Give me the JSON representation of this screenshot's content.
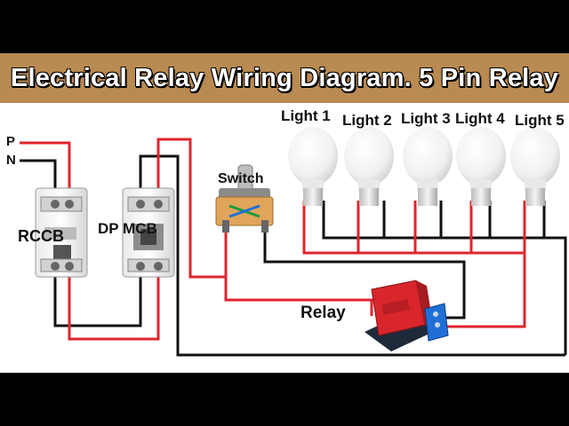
{
  "title": "Electrical Relay Wiring Diagram. 5 Pin Relay",
  "labels": {
    "phase": "P",
    "neutral": "N",
    "rccb": "RCCB",
    "mcb": "DP MCB",
    "switch": "Switch",
    "relay": "Relay"
  },
  "lights": [
    "Light 1",
    "Light 2",
    "Light 3",
    "Light 4",
    "Light 5"
  ],
  "colors": {
    "banner": "#b98a52",
    "phase_wire": "#e0242c",
    "neutral_wire": "#111111",
    "relay_body": "#d8262c",
    "relay_terminal": "#1f6fd6"
  }
}
